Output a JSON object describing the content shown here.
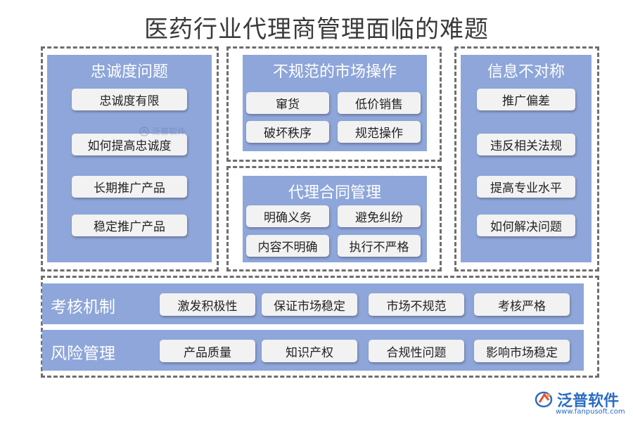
{
  "title": "医药行业代理商管理面临的难题",
  "loyalty": {
    "title": "忠诚度问题",
    "items": [
      "忠诚度有限",
      "如何提高忠诚度",
      "长期推广产品",
      "稳定推广产品"
    ]
  },
  "market": {
    "title": "不规范的市场操作",
    "items": [
      "窜货",
      "低价销售",
      "破坏秩序",
      "规范操作"
    ]
  },
  "contract": {
    "title": "代理合同管理",
    "items": [
      "明确义务",
      "避免纠纷",
      "内容不明确",
      "执行不严格"
    ]
  },
  "info": {
    "title": "信息不对称",
    "items": [
      "推广偏差",
      "违反相关法规",
      "提高专业水平",
      "如何解决问题"
    ]
  },
  "assessment": {
    "label": "考核机制",
    "items": [
      "激发积极性",
      "保证市场稳定",
      "市场不规范",
      "考核严格"
    ]
  },
  "risk": {
    "label": "风险管理",
    "items": [
      "产品质量",
      "知识产权",
      "合规性问题",
      "影响市场稳定"
    ]
  },
  "watermark": "泛普软件",
  "logo": {
    "name": "泛普软件",
    "url": "www.fanpusoft.com",
    "icon": "fanpu-logo-icon"
  },
  "colors": {
    "panel": "#8ea6d9",
    "pill": "#f2f2f2",
    "dash": "#6e6e6e",
    "brand": "#2b6cc4"
  }
}
